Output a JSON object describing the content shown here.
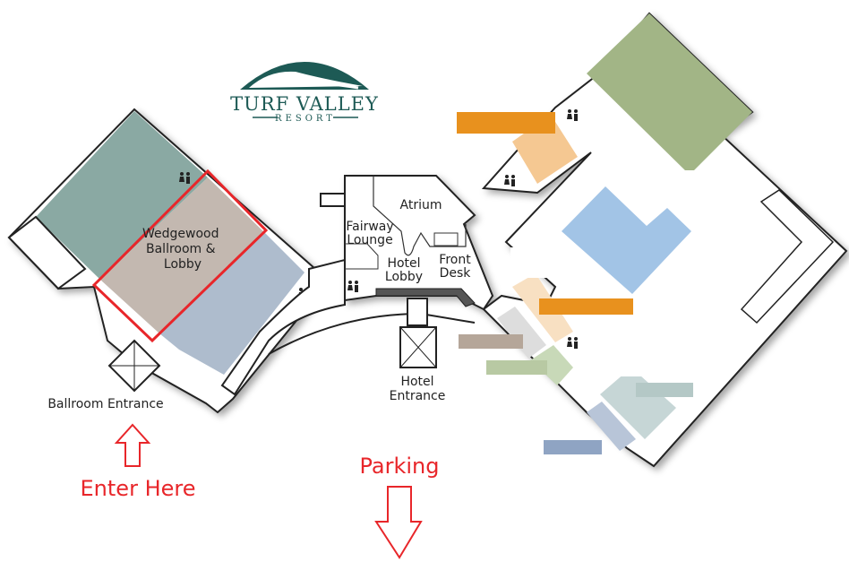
{
  "logo": {
    "name": "TURF VALLEY",
    "subtitle": "RESORT"
  },
  "rooms": {
    "wedgewood": [
      "Wedgewood",
      "Ballroom &",
      "Lobby"
    ],
    "atrium": "Atrium",
    "fairway_lounge": [
      "Fairway",
      "Lounge"
    ],
    "hotel_lobby": [
      "Hotel",
      "Lobby"
    ],
    "front_desk": [
      "Front",
      "Desk"
    ]
  },
  "entrances": {
    "ballroom": "Ballroom Entrance",
    "hotel": [
      "Hotel",
      "Entrance"
    ]
  },
  "callouts": {
    "enter_here": "Enter Here",
    "parking": "Parking"
  },
  "colors": {
    "ballroom_teal": "#8aa9a3",
    "wedgewood_taupe": "#c3b8b0",
    "ballroom_blue": "#aebccd",
    "green_block": "#a2b586",
    "pool_blue": "#a2c4e6",
    "orange": "#e8911e",
    "peach": "#f5c892",
    "highlight_red": "#e8262a",
    "logo_green": "#1d5a55"
  }
}
